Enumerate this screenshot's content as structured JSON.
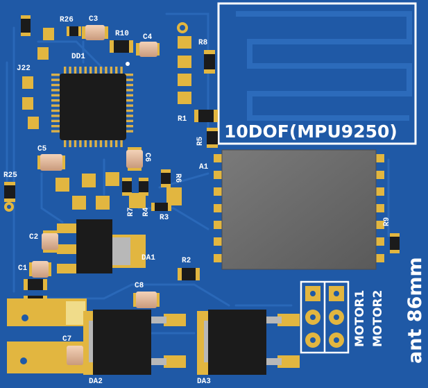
{
  "board": {
    "module_label": "10DOF(MPU9250)",
    "antenna_label": "ant 86mm"
  },
  "designators": {
    "r26": "R26",
    "c3": "C3",
    "r10": "R10",
    "c4": "C4",
    "r8": "R8",
    "dd1": "DD1",
    "j22": "J22",
    "r1": "R1",
    "r5": "R5",
    "c5": "C5",
    "c6": "C6",
    "a1": "A1",
    "r25": "R25",
    "r6": "R6",
    "r3": "R3",
    "r7": "R7",
    "r4": "R4",
    "c2": "C2",
    "da1": "DA1",
    "r9": "R9",
    "r2": "R2",
    "c1": "C1",
    "c8": "C8",
    "c7": "C7",
    "da2": "DA2",
    "da3": "DA3",
    "motor1": "MOTOR1",
    "motor2": "MOTOR2"
  },
  "colors": {
    "board": "#1f59a6",
    "pad_gold": "#e2b640",
    "silkscreen": "#ffffff",
    "chip_body": "#1b1b1b",
    "module_shield": "#6b6b6b"
  }
}
